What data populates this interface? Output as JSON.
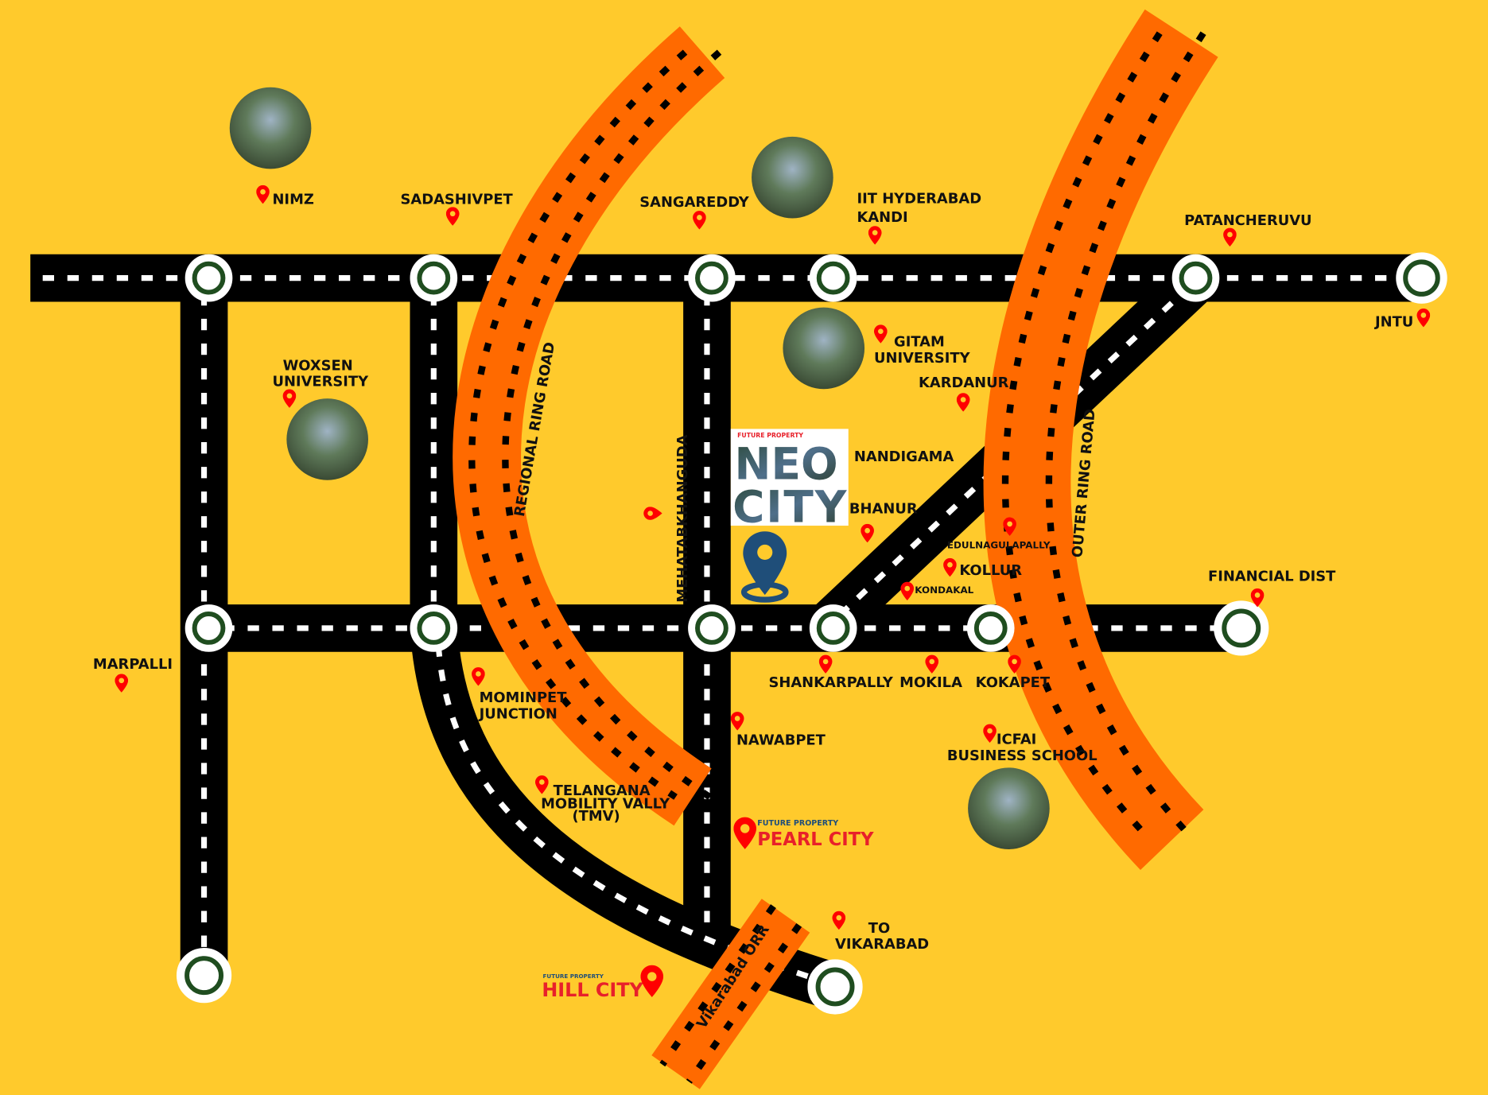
{
  "colors": {
    "background": "#FFCA2C",
    "ring_road": "#FF6A00",
    "road": "#000000",
    "pin": "#FF0000",
    "neo_pin": "#1F4E79",
    "accent_red": "#E8202A"
  },
  "roads": {
    "regional_ring_road": "REGIONAL RING ROAD",
    "outer_ring_road": "OUTER RING ROAD",
    "vikarabad_orr": "Vikarabad ORR",
    "mehatabkhanguda": "MEHATABKHANGUDA"
  },
  "places": {
    "nimz": "NIMZ",
    "sadashivpet": "SADASHIVPET",
    "sangareddy": "SANGAREDDY",
    "iit_line1": "IIT HYDERABAD",
    "iit_line2": "KANDI",
    "patancheruvu": "PATANCHERUVU",
    "jntu": "JNTU",
    "woxsen_line1": "WOXSEN",
    "woxsen_line2": "UNIVERSITY",
    "gitam_line1": "GITAM",
    "gitam_line2": "UNIVERSITY",
    "kardanur": "KARDANUR",
    "nandigama": "NANDIGAMA",
    "bhanur": "BHANUR",
    "edulnagulapally": "EDULNAGULAPALLY",
    "kollur": "KOLLUR",
    "kondakal": "KONDAKAL",
    "financial_dist": "FINANCIAL DIST",
    "marpalli": "MARPALLI",
    "mominpet_line1": "MOMINPET",
    "mominpet_line2": "JUNCTION",
    "shankarpally": "SHANKARPALLY",
    "mokila": "MOKILA",
    "kokapet": "KOKAPET",
    "nawabpet": "NAWABPET",
    "icfai_line1": "ICFAI",
    "icfai_line2": "BUSINESS SCHOOL",
    "tmv_line1": "TELANGANA",
    "tmv_line2": "MOBILITY VALLY",
    "tmv_line3": "(TMV)",
    "vikarabad_line1": "TO",
    "vikarabad_line2": "VIKARABAD"
  },
  "projects": {
    "neo": {
      "tag": "FUTURE PROPERTY",
      "line1": "NEO",
      "line2": "CITY"
    },
    "pearl": {
      "tag": "FUTURE PROPERTY",
      "name": "PEARL CITY"
    },
    "hill": {
      "tag": "FUTURE PROPERTY",
      "name": "HILL CITY"
    }
  }
}
